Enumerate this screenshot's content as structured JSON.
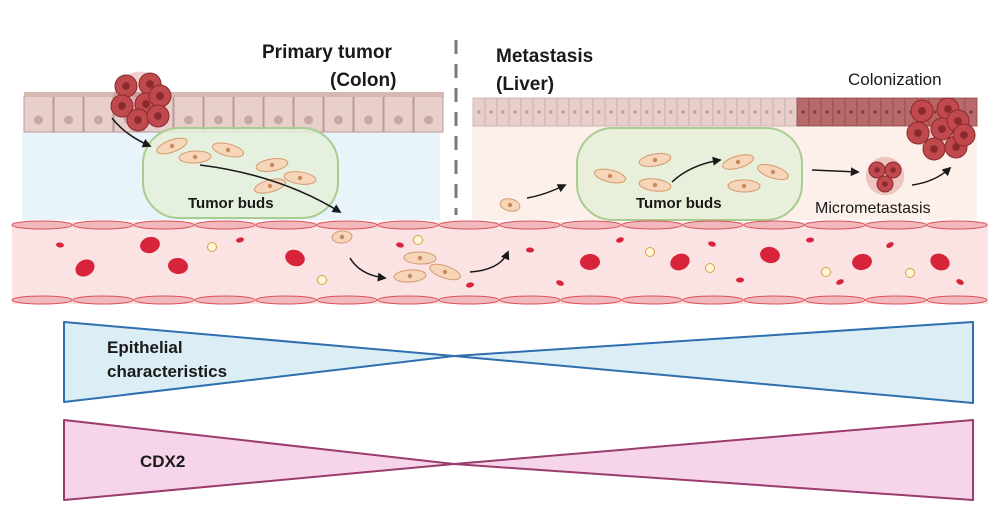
{
  "labels": {
    "primary_tumor": "Primary tumor",
    "colon": "(Colon)",
    "metastasis": "Metastasis",
    "liver": "(Liver)",
    "colonization": "Colonization",
    "tumor_buds_primary": "Tumor buds",
    "tumor_buds_liver": "Tumor buds",
    "micrometastasis": "Micrometastasis",
    "epithelial_line1": "Epithelial",
    "epithelial_line2": "characteristics",
    "cdx2": "CDX2"
  },
  "colors": {
    "epithelium": "#e8cfcb",
    "epithelium_dark": "#b86a6a",
    "tumor": "#c0494d",
    "vessel": "#fbe3e3",
    "vessel_edge": "#d9505a",
    "rbc": "#d8243a",
    "bud_region": "#e4f0d8",
    "bud_edge": "#a9cc90",
    "stroma_left": "#e8f3fa",
    "stroma_right": "#fdf0ea",
    "epithelial_bar_fill": "#dbeef6",
    "epithelial_bar_edge": "#2f6fb0",
    "cdx2_bar_fill": "#f6d5ea",
    "cdx2_bar_edge": "#9c3c6e",
    "cell": "#f6d5b8",
    "divider": "#7a7a7a"
  }
}
